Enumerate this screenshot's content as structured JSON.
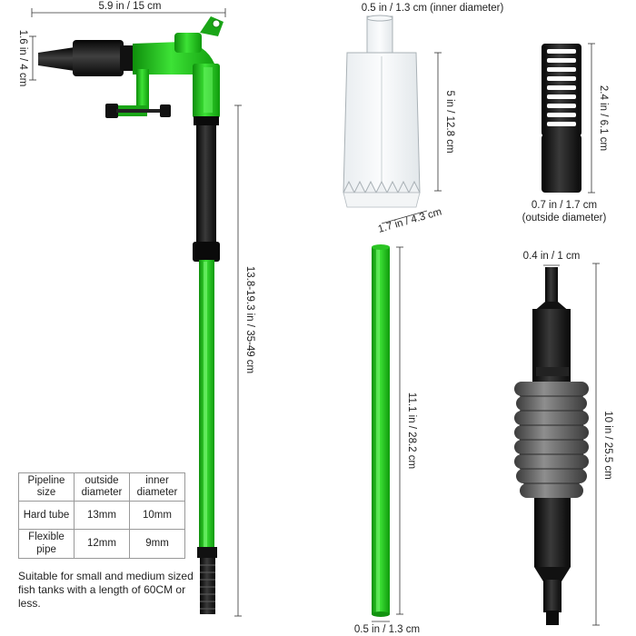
{
  "dimensions": {
    "top_width": "5.9 in / 15 cm",
    "side_height": "1.6 in / 4 cm",
    "main_length": "13.8-19.3 in / 35-49 cm",
    "funnel_inner_diameter": "0.5 in / 1.3 cm (inner diameter)",
    "funnel_height": "5 in / 12.8 cm",
    "funnel_width": "1.7 in / 4.3 cm",
    "filter_height": "2.4 in / 6.1 cm",
    "filter_diameter": "0.7 in / 1.7 cm",
    "filter_diameter_note": "(outside diameter)",
    "tube_length": "11.1 in / 28.2 cm",
    "tube_diameter": "0.5 in / 1.3 cm",
    "bulb_tip": "0.4 in / 1 cm",
    "bulb_length": "10 in / 25.5 cm"
  },
  "table": {
    "headers": [
      "Pipeline size",
      "outside diameter",
      "inner diameter"
    ],
    "rows": [
      [
        "Hard tube",
        "13mm",
        "10mm"
      ],
      [
        "Flexible pipe",
        "12mm",
        "9mm"
      ]
    ]
  },
  "note": "Suitable for small and medium sized fish tanks with a length of 60CM or less.",
  "colors": {
    "green": "#23c21a",
    "dark_green": "#148a12",
    "black": "#1a1a1a",
    "gray_bulb": "#6b6b6b"
  }
}
